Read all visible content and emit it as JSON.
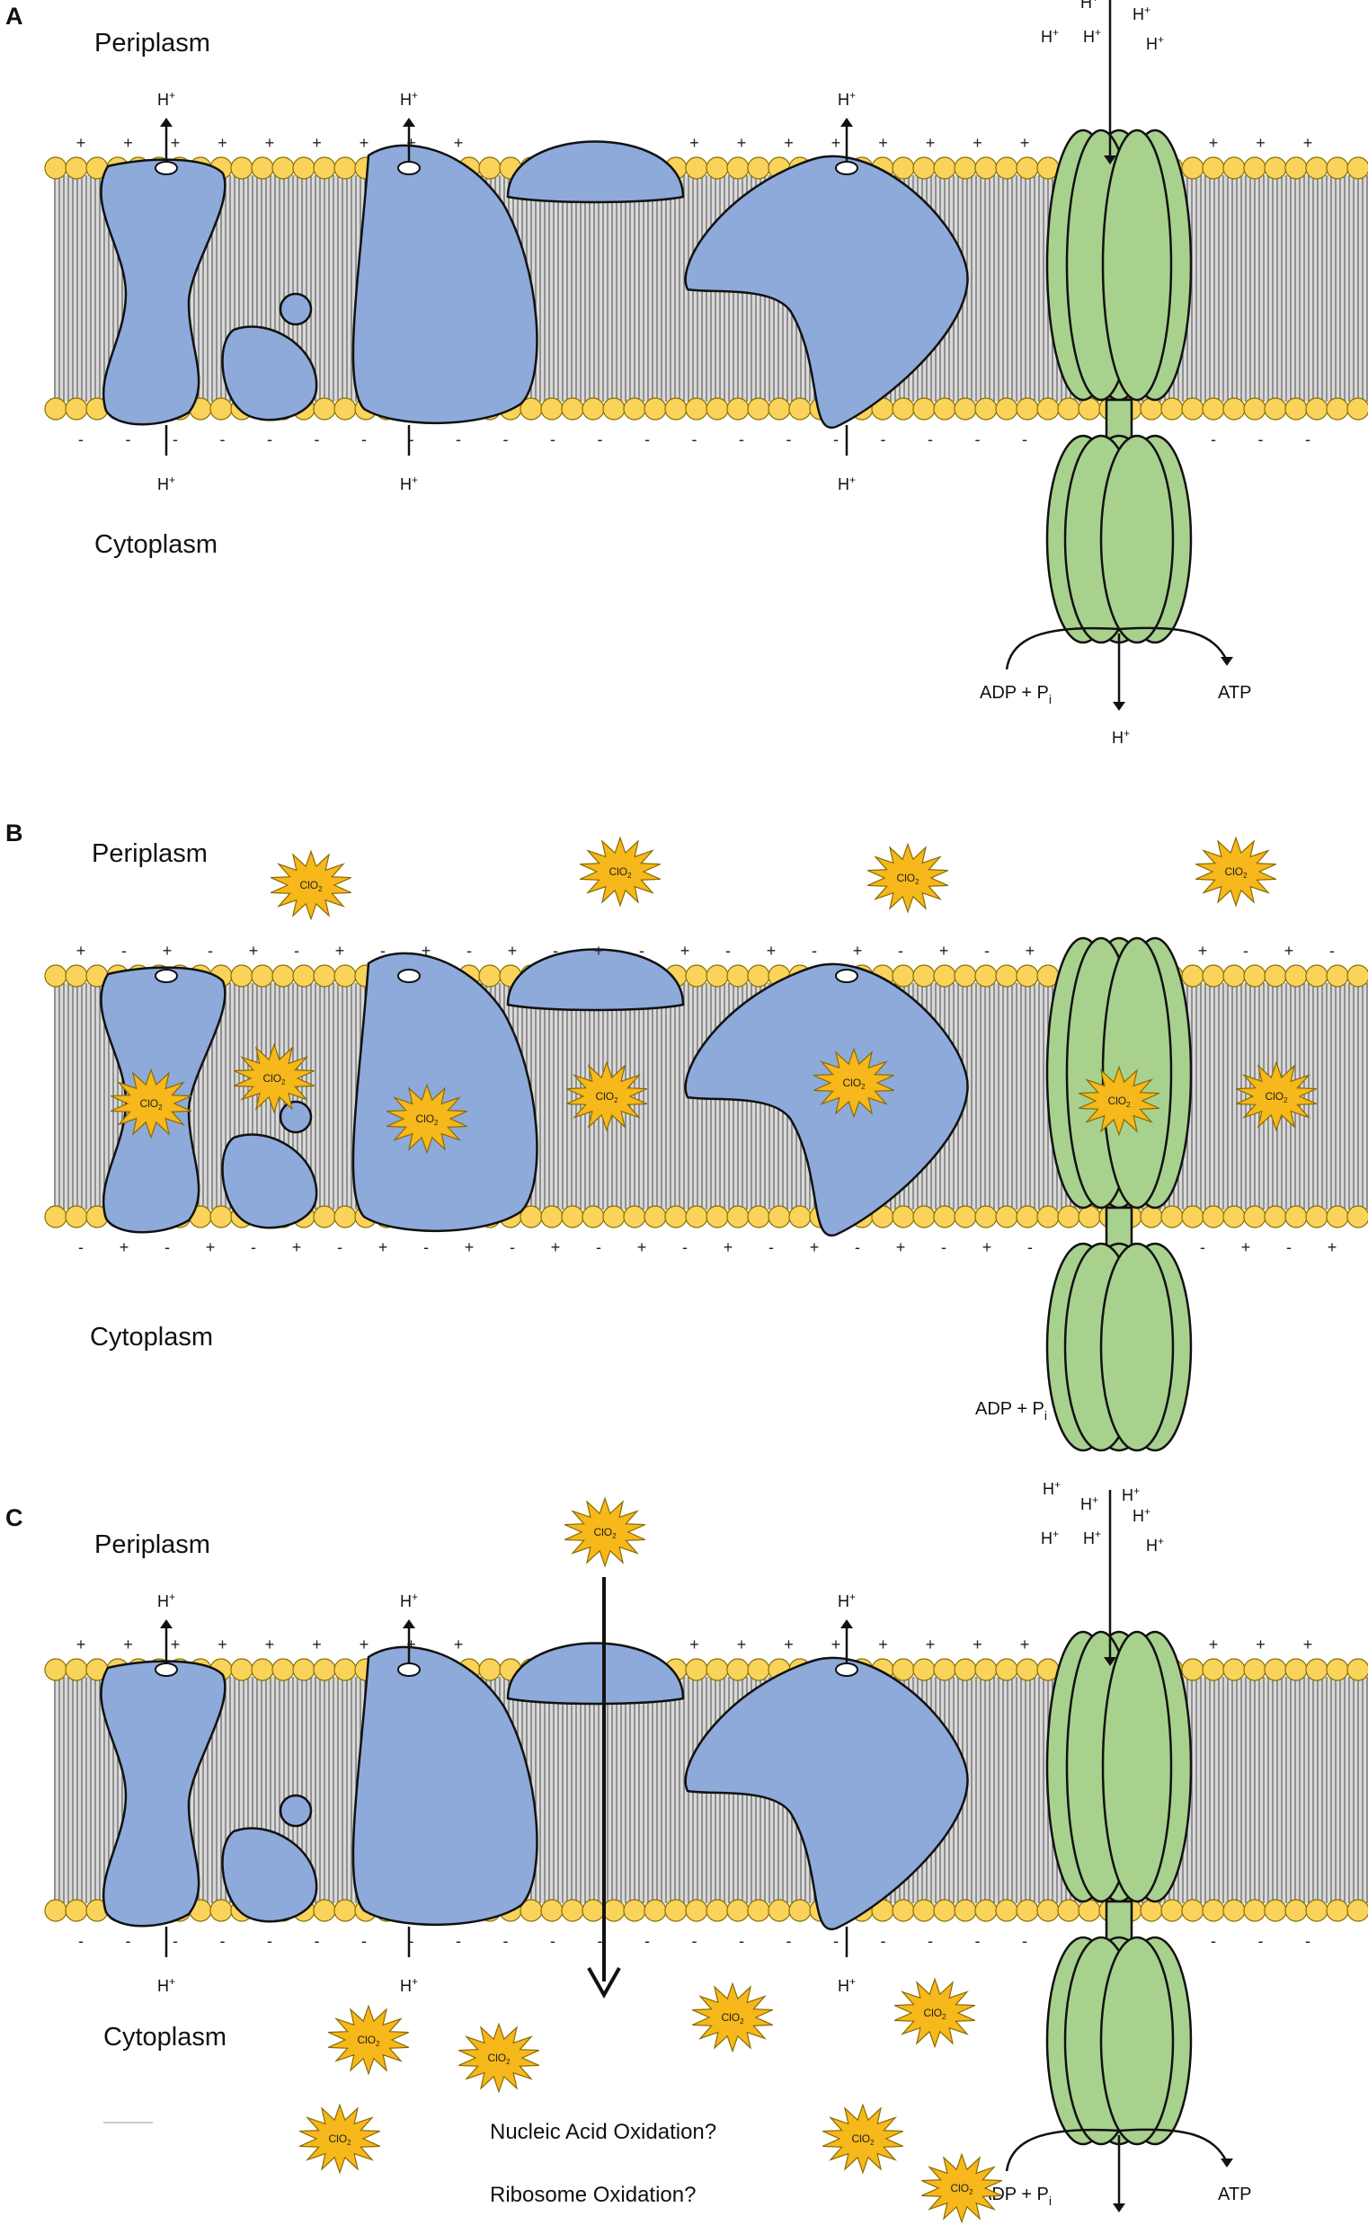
{
  "panels": [
    {
      "id": "A",
      "label": "A",
      "periplasm_label": "Periplasm",
      "cytoplasm_label": "Cytoplasm",
      "proton_label": "H+",
      "charges_top": "+",
      "charges_bottom": "-",
      "adp_label": "ADP + P",
      "adp_sub": "i",
      "atp_label": "ATP"
    },
    {
      "id": "B",
      "label": "B",
      "periplasm_label": "Periplasm",
      "cytoplasm_label": "Cytoplasm",
      "charges_top_mixed": [
        "+",
        "-",
        "+",
        "-",
        "+",
        "-",
        "+",
        "-"
      ],
      "adp_label": "ADP + P",
      "adp_sub": "i",
      "clo2_label": "ClO2"
    },
    {
      "id": "C",
      "label": "C",
      "periplasm_label": "Periplasm",
      "cytoplasm_label": "Cytoplasm",
      "proton_label": "H+",
      "charges_top": "+",
      "charges_bottom": "-",
      "adp_label": "ADP + P",
      "adp_sub": "i",
      "atp_label": "ATP",
      "clo2_label": "ClO2",
      "question_1": "Nucleic Acid Oxidation?",
      "question_2": "Ribosome Oxidation?"
    }
  ],
  "colors": {
    "protein": "#8eaadb",
    "atp_synthase": "#a9d18e",
    "lipid_head": "#f9d35a",
    "clo2_star": "#f6b81a"
  }
}
